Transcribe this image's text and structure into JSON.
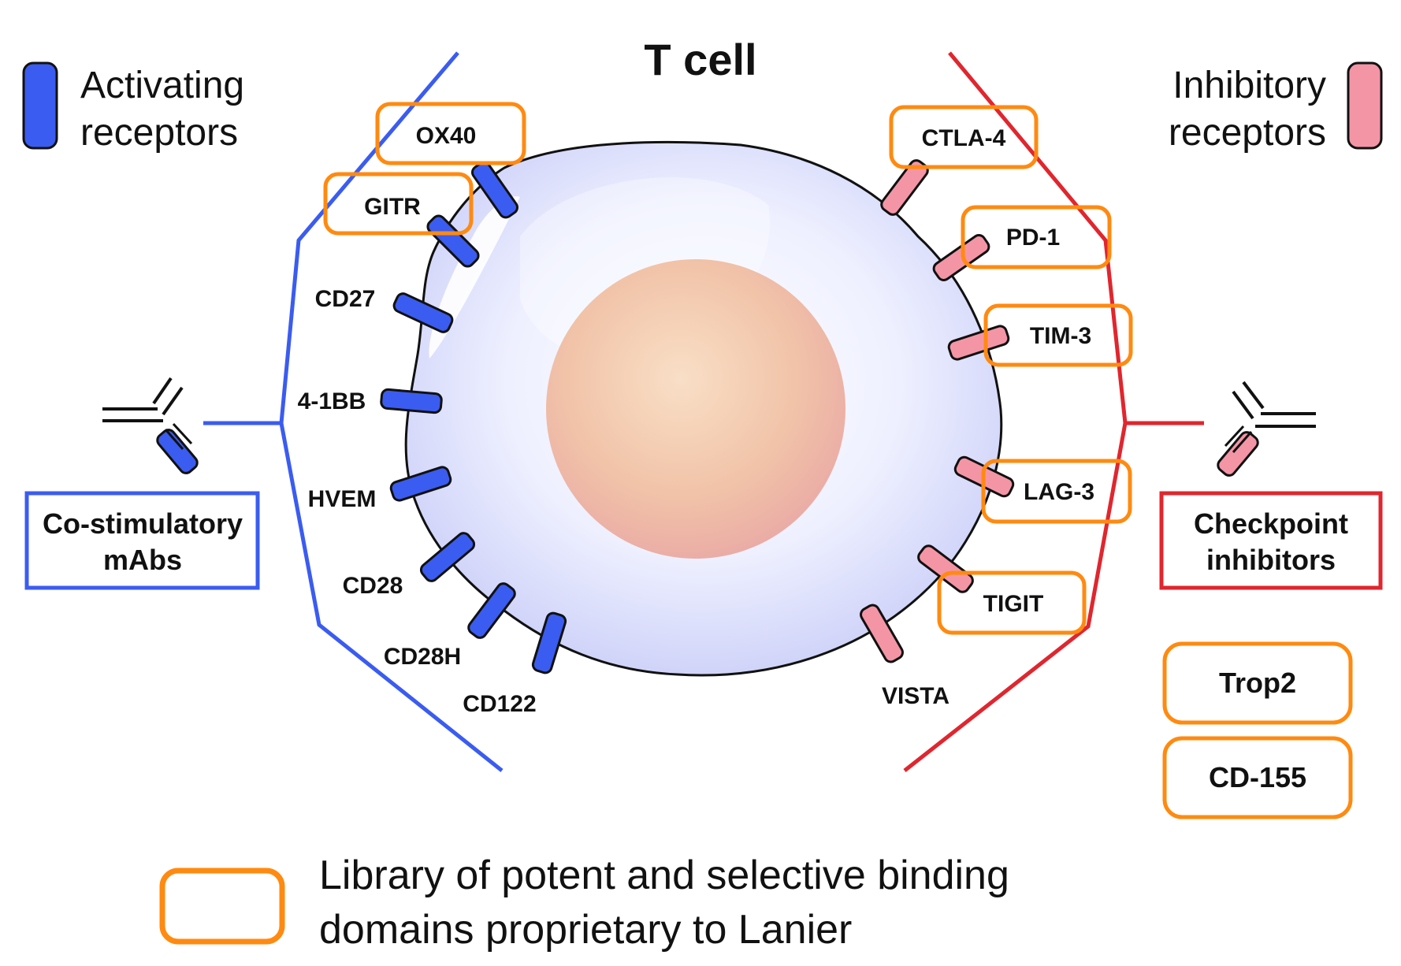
{
  "title": "T cell",
  "legend": {
    "activating": {
      "line1": "Activating",
      "line2": "receptors",
      "color": "#3b5cf0"
    },
    "inhibitory": {
      "line1": "Inhibitory",
      "line2": "receptors",
      "color": "#f495a6"
    },
    "library": {
      "line1": "Library of potent and selective binding",
      "line2": "domains proprietary to Lanier",
      "color": "#ff8a10"
    }
  },
  "boxes": {
    "costim": {
      "line1": "Co-stimulatory",
      "line2": "mAbs",
      "color": "#3b5cf0"
    },
    "checkpoint": {
      "line1": "Checkpoint",
      "line2": "inhibitors",
      "color": "#e0262e"
    }
  },
  "activating_receptors": [
    {
      "label": "OX40",
      "highlighted": true
    },
    {
      "label": "GITR",
      "highlighted": true
    },
    {
      "label": "CD27",
      "highlighted": false
    },
    {
      "label": "4-1BB",
      "highlighted": false
    },
    {
      "label": "HVEM",
      "highlighted": false
    },
    {
      "label": "CD28",
      "highlighted": false
    },
    {
      "label": "CD28H",
      "highlighted": false
    },
    {
      "label": "CD122",
      "highlighted": false
    }
  ],
  "inhibitory_receptors": [
    {
      "label": "CTLA-4",
      "highlighted": true
    },
    {
      "label": "PD-1",
      "highlighted": true
    },
    {
      "label": "TIM-3",
      "highlighted": true
    },
    {
      "label": "LAG-3",
      "highlighted": true
    },
    {
      "label": "TIGIT",
      "highlighted": true
    },
    {
      "label": "VISTA",
      "highlighted": false
    }
  ],
  "other_targets": [
    {
      "label": "Trop2"
    },
    {
      "label": "CD-155"
    }
  ],
  "colors": {
    "highlight": "#ff8a10",
    "activating_line": "#3b5cf0",
    "inhibitory_line": "#e0262e",
    "receptor_blue": "#3b5cf0",
    "receptor_pink": "#f495a6"
  }
}
